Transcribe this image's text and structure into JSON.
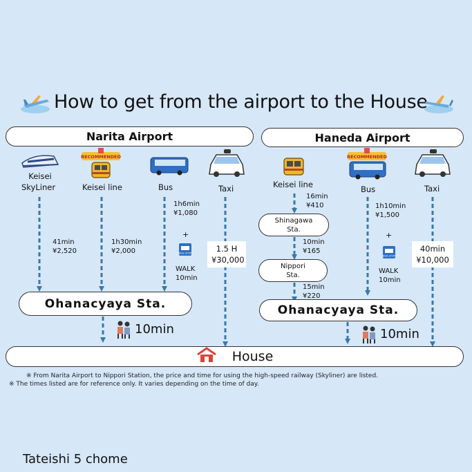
{
  "title": "How to get from the airport to the House",
  "narita": {
    "name": "Narita Airport",
    "modes": {
      "skyliner": {
        "label1": "Keisei",
        "label2": "SkyLiner",
        "time": "41min",
        "price": "¥2,520"
      },
      "keisei": {
        "badge": "RECOMMENDED",
        "label": "Keisei line",
        "time": "1h30min",
        "price": "¥2,000"
      },
      "bus": {
        "label": "Bus",
        "time": "1h6min",
        "price": "¥1,080",
        "walk": "WALK",
        "walk_time": "10min",
        "stop_text": "BUS STOP"
      },
      "taxi": {
        "label": "Taxi",
        "time": "1.5 H",
        "price": "¥30,000"
      }
    },
    "station": "Ohanacyaya   Sta.",
    "walk_time": "10min"
  },
  "haneda": {
    "name": "Haneda Airport",
    "modes": {
      "keisei": {
        "label": "Keisei line",
        "time1": "16min",
        "price1": "¥410",
        "stop1a": "Shinagawa",
        "stop1b": "Sta.",
        "time2": "10min",
        "price2": "¥165",
        "stop2a": "Nippori",
        "stop2b": "Sta.",
        "time3": "15min",
        "price3": "¥220"
      },
      "bus": {
        "badge": "RECOMMENDED",
        "label": "Bus",
        "time": "1h10min",
        "price": "¥1,500",
        "walk": "WALK",
        "walk_time": "10min",
        "stop_text": "BUS STOP"
      },
      "taxi": {
        "label": "Taxi",
        "time": "40min",
        "price": "¥10,000"
      }
    },
    "station": "Ohanacyaya   Sta.",
    "walk_time": "10min"
  },
  "plus": "+",
  "house": "House",
  "notes": {
    "n1": "※ From Narita Airport to Nippori Station, the price and time for using the high-speed railway (Skyliner) are listed.",
    "n2": "※ The times listed are for reference only. It varies depending on the time of day."
  },
  "footer": "Tateishi 5 chome",
  "colors": {
    "background": "#d6e7f8",
    "arrow": "#3a79a8",
    "house_icon": "#d9453b"
  }
}
